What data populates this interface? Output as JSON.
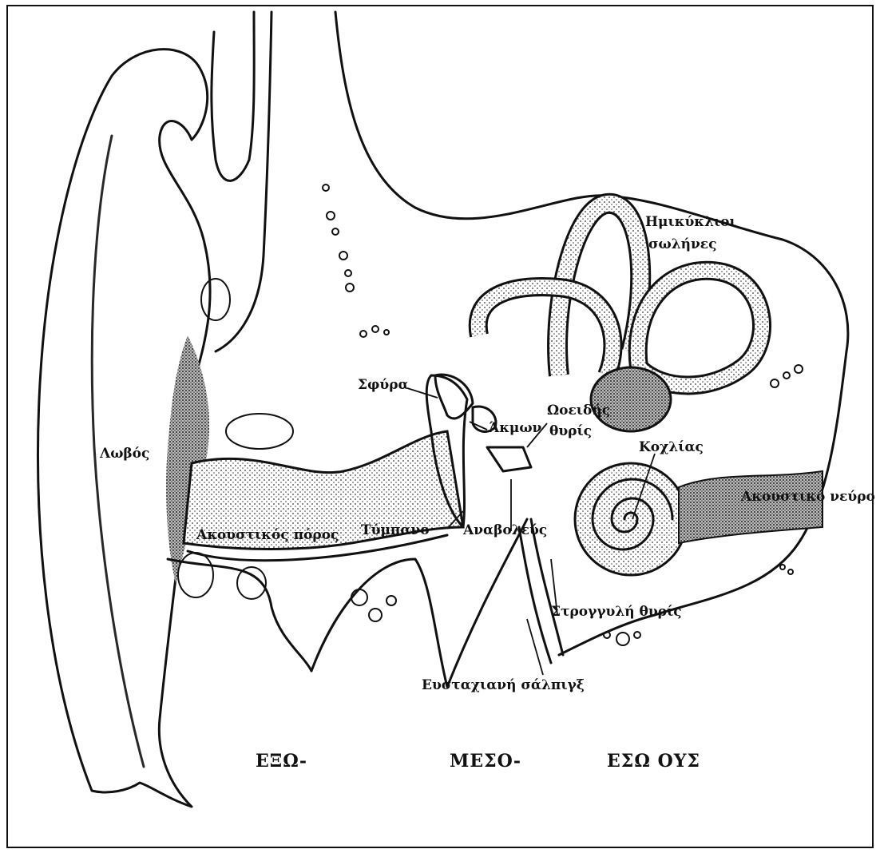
{
  "labels": {
    "lobe": "Λωβός",
    "canal": "Ακουστικός πόρος",
    "malleus": "Σφύρα",
    "incus": "Άκμων",
    "oval_window_1": "Ωοειδής",
    "oval_window_2": "θυρίς",
    "semicircular_1": "Ημικύκλιοι",
    "semicircular_2": "σωλήνες",
    "cochlea": "Κοχλίας",
    "nerve": "Ακουστικό νεύρο",
    "eardrum": "Τύμπανο",
    "stapes": "Αναβολεύς",
    "round_window": "Στρογγυλή θυρίς",
    "eustachian": "Ευσταχιανή σάλπιγξ"
  },
  "regions": {
    "outer": "ΕΞΩ-",
    "middle": "ΜΕΣΟ-",
    "inner": "ΕΣΩ ΟΥΣ"
  },
  "colors": {
    "ink": "#111111",
    "paper": "#ffffff"
  }
}
